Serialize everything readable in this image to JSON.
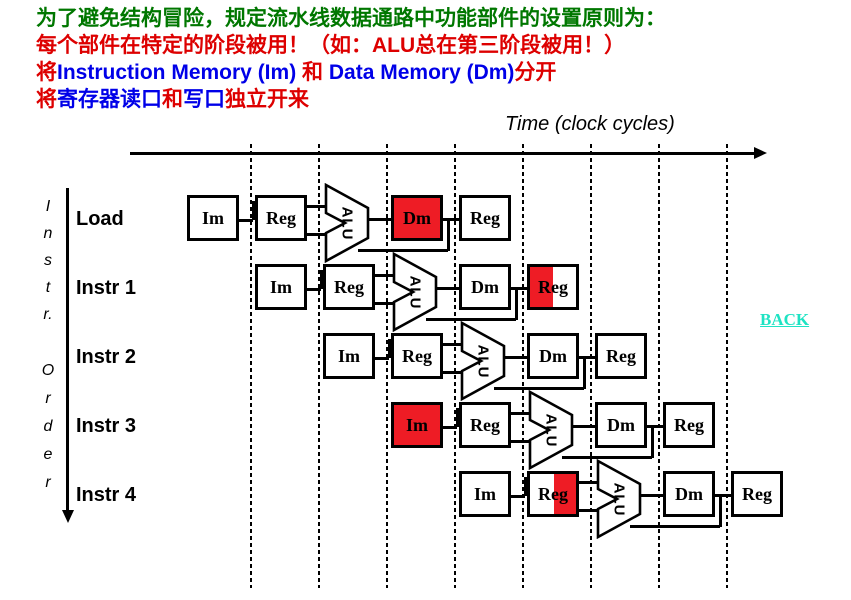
{
  "colors": {
    "green": "#007700",
    "red_text": "#dd0000",
    "blue_text": "#0000e8",
    "highlight": "#ee1c25",
    "back_link": "#1fe3c3",
    "line": "#000000"
  },
  "title": {
    "line1": {
      "text": "为了避免结构冒险，规定流水线数据通路中功能部件的设置原则为：",
      "color": "green"
    },
    "line2": {
      "text": "每个部件在特定的阶段被用！（如：ALU总在第三阶段被用！）",
      "color": "red"
    },
    "line3": {
      "segments": [
        {
          "text": "将",
          "color": "red"
        },
        {
          "text": "Instruction Memory (Im) ",
          "color": "blue"
        },
        {
          "text": "和 ",
          "color": "red"
        },
        {
          "text": "Data Memory (Dm)",
          "color": "blue"
        },
        {
          "text": "分开",
          "color": "red"
        }
      ]
    },
    "line4": {
      "segments": [
        {
          "text": "将",
          "color": "red"
        },
        {
          "text": "寄存器读口",
          "color": "blue"
        },
        {
          "text": "和",
          "color": "red"
        },
        {
          "text": "写口",
          "color": "blue"
        },
        {
          "text": "独立开来",
          "color": "red"
        }
      ]
    }
  },
  "timeline": {
    "label": "Time (clock cycles)"
  },
  "order_axis": {
    "word1_letters": [
      "I",
      "n",
      "s",
      "t",
      "r."
    ],
    "word2_letters": [
      "O",
      "r",
      "d",
      "e",
      "r"
    ]
  },
  "pipeline": {
    "rows": [
      {
        "label": "Load",
        "stages": [
          {
            "type": "box",
            "label": "Im",
            "highlight": "none"
          },
          {
            "type": "box",
            "label": "Reg",
            "highlight": "none"
          },
          {
            "type": "alu",
            "label": "ALU"
          },
          {
            "type": "box",
            "label": "Dm",
            "highlight": "full"
          },
          {
            "type": "box",
            "label": "Reg",
            "highlight": "none"
          }
        ]
      },
      {
        "label": "Instr 1",
        "stages": [
          {
            "type": "box",
            "label": "Im",
            "highlight": "none"
          },
          {
            "type": "box",
            "label": "Reg",
            "highlight": "none"
          },
          {
            "type": "alu",
            "label": "ALU"
          },
          {
            "type": "box",
            "label": "Dm",
            "highlight": "none"
          },
          {
            "type": "box",
            "label": "Reg",
            "highlight": "left-half"
          }
        ]
      },
      {
        "label": "Instr 2",
        "stages": [
          {
            "type": "box",
            "label": "Im",
            "highlight": "none"
          },
          {
            "type": "box",
            "label": "Reg",
            "highlight": "none"
          },
          {
            "type": "alu",
            "label": "ALU"
          },
          {
            "type": "box",
            "label": "Dm",
            "highlight": "none"
          },
          {
            "type": "box",
            "label": "Reg",
            "highlight": "none"
          }
        ]
      },
      {
        "label": "Instr 3",
        "stages": [
          {
            "type": "box",
            "label": "Im",
            "highlight": "full"
          },
          {
            "type": "box",
            "label": "Reg",
            "highlight": "none"
          },
          {
            "type": "alu",
            "label": "ALU"
          },
          {
            "type": "box",
            "label": "Dm",
            "highlight": "none"
          },
          {
            "type": "box",
            "label": "Reg",
            "highlight": "none"
          }
        ]
      },
      {
        "label": "Instr 4",
        "stages": [
          {
            "type": "box",
            "label": "Im",
            "highlight": "none"
          },
          {
            "type": "box",
            "label": "Reg",
            "highlight": "right-half"
          },
          {
            "type": "alu",
            "label": "ALU"
          },
          {
            "type": "box",
            "label": "Dm",
            "highlight": "none"
          },
          {
            "type": "box",
            "label": "Reg",
            "highlight": "none"
          }
        ]
      }
    ]
  },
  "back_link": {
    "label": "BACK"
  }
}
